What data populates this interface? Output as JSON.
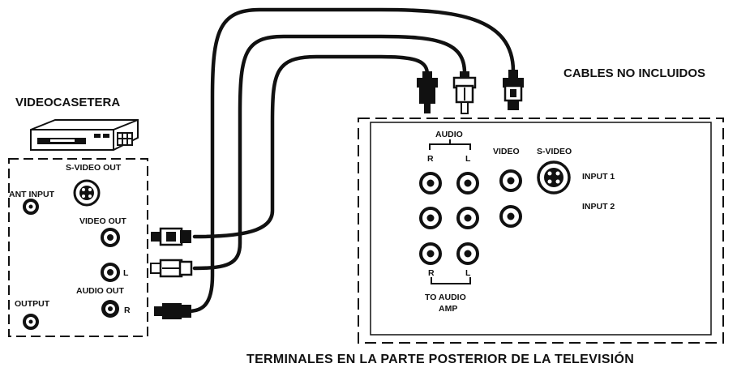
{
  "labels": {
    "cables_not_included": "CABLES NO INCLUIDOS",
    "vcr_title": "VIDEOCASETERA",
    "tv_rear_title": "TERMINALES EN LA PARTE POSTERIOR DE LA TELEVISIÓN"
  },
  "vcr_panel": {
    "svideo_out": "S-VIDEO OUT",
    "ant_input": "ANT INPUT",
    "video_out": "VIDEO OUT",
    "audio_out": "AUDIO OUT",
    "audio_l": "L",
    "audio_r": "R",
    "output": "OUTPUT"
  },
  "tv_panel": {
    "audio": "AUDIO",
    "audio_r": "R",
    "audio_l": "L",
    "video": "VIDEO",
    "svideo": "S-VIDEO",
    "input1": "INPUT 1",
    "input2": "INPUT 2",
    "amp_r": "R",
    "amp_l": "L",
    "to_audio": "TO AUDIO",
    "amp": "AMP"
  }
}
